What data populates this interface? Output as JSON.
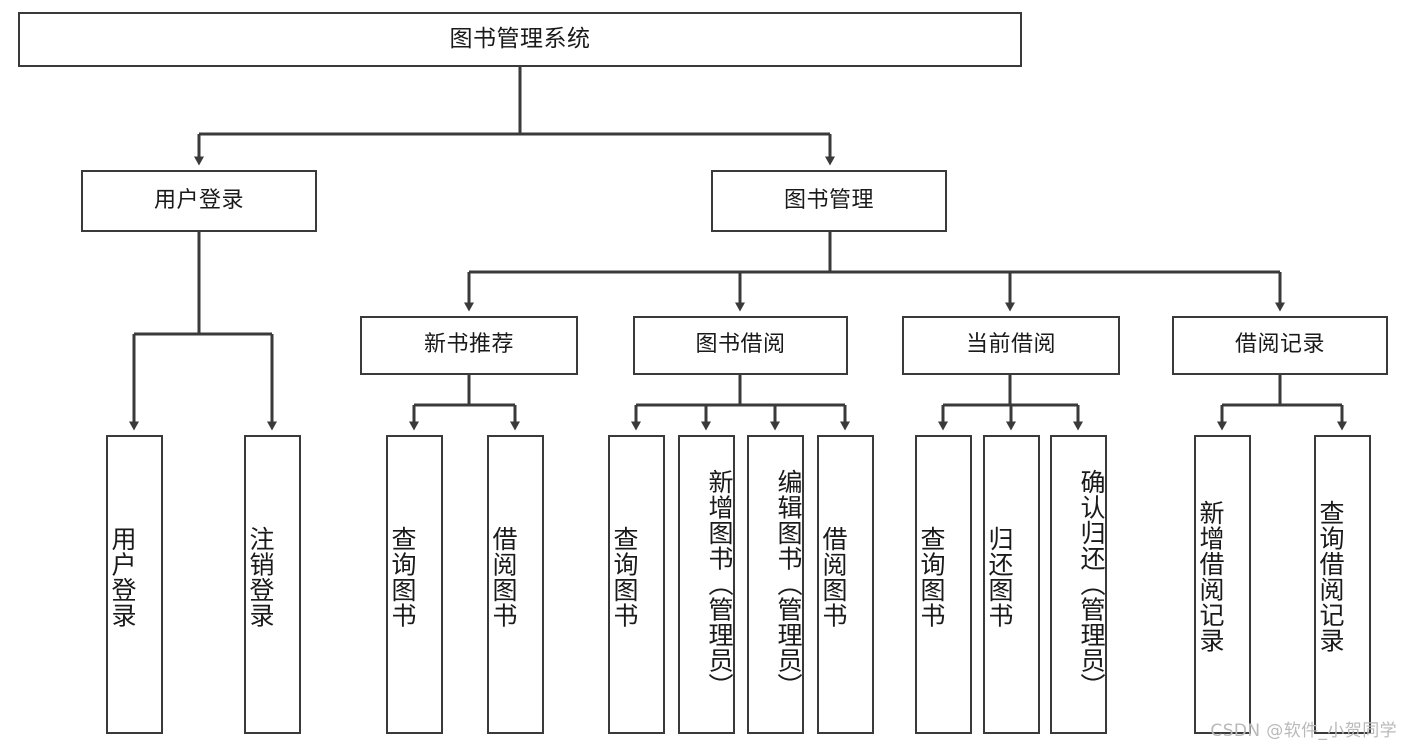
{
  "diagram": {
    "title": "图书管理系统",
    "type": "tree-hierarchy",
    "watermark": "CSDN @软件_小贺同学",
    "line_color": "#3a3a3a",
    "box_fill": "#ffffff",
    "text_color": "#1a1a1a"
  },
  "nodes": {
    "root": {
      "label": "图书管理系统"
    },
    "level1": [
      {
        "id": "user-login",
        "label": "用户登录"
      },
      {
        "id": "book-manage",
        "label": "图书管理"
      }
    ],
    "level2": [
      {
        "id": "new-book-recommend",
        "label": "新书推荐"
      },
      {
        "id": "book-borrow",
        "label": "图书借阅"
      },
      {
        "id": "current-borrow",
        "label": "当前借阅"
      },
      {
        "id": "borrow-record",
        "label": "借阅记录"
      }
    ],
    "leaves": {
      "user-login": [
        {
          "id": "leaf-user-login",
          "label": "用户登录"
        },
        {
          "id": "leaf-logout-login",
          "label": "注销登录"
        }
      ],
      "new-book-recommend": [
        {
          "id": "leaf-query-book-1",
          "label": "查询图书"
        },
        {
          "id": "leaf-borrow-book-1",
          "label": "借阅图书"
        }
      ],
      "book-borrow": [
        {
          "id": "leaf-query-book-2",
          "label": "查询图书"
        },
        {
          "id": "leaf-add-book-admin",
          "label": "新增图书（管理员）"
        },
        {
          "id": "leaf-edit-book-admin",
          "label": "编辑图书（管理员）"
        },
        {
          "id": "leaf-borrow-book-2",
          "label": "借阅图书"
        }
      ],
      "current-borrow": [
        {
          "id": "leaf-query-book-3",
          "label": "查询图书"
        },
        {
          "id": "leaf-return-book",
          "label": "归还图书"
        },
        {
          "id": "leaf-confirm-return-admin",
          "label": "确认归还（管理员）"
        }
      ],
      "borrow-record": [
        {
          "id": "leaf-add-borrow-record",
          "label": "新增借阅记录"
        },
        {
          "id": "leaf-query-borrow-record",
          "label": "查询借阅记录"
        }
      ]
    }
  }
}
